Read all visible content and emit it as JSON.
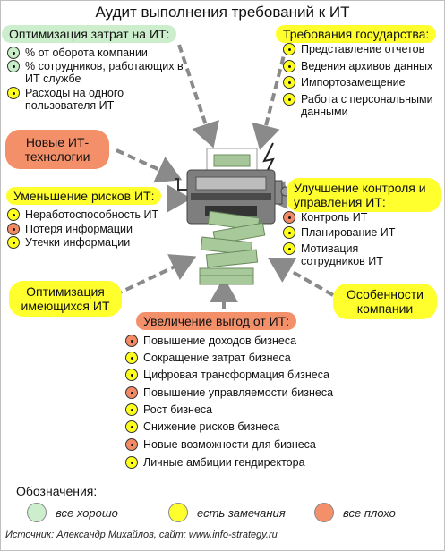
{
  "title": "Аудит выполнения требований к ИТ",
  "cost": {
    "heading": "Оптимизация затрат на ИТ:",
    "items": [
      {
        "text": "% от оборота компании",
        "status": "green"
      },
      {
        "text": "% сотрудников, работающих в ИТ службе",
        "status": "green"
      },
      {
        "text": "Расходы на одного пользователя ИТ",
        "status": "yellow"
      }
    ]
  },
  "state": {
    "heading": "Требования государства:",
    "items": [
      {
        "text": "Представление отчетов",
        "status": "yellow"
      },
      {
        "text": "Ведения архивов данных",
        "status": "yellow"
      },
      {
        "text": "Импортозамещение",
        "status": "yellow"
      },
      {
        "text": "Работа с персональными данными",
        "status": "yellow"
      }
    ]
  },
  "new_tech": {
    "heading": "Новые ИТ-технологии"
  },
  "risk": {
    "heading": "Уменьшение рисков ИТ:",
    "items": [
      {
        "text": "Неработоспособность ИТ",
        "status": "yellow"
      },
      {
        "text": "Потеря информации",
        "status": "orange"
      },
      {
        "text": "Утечки информации",
        "status": "yellow"
      }
    ]
  },
  "control": {
    "heading": "Улучшение контроля и управления ИТ:",
    "items": [
      {
        "text": "Контроль ИТ",
        "status": "orange"
      },
      {
        "text": "Планирование ИТ",
        "status": "yellow"
      },
      {
        "text": "Мотивация сотрудников ИТ",
        "status": "yellow"
      }
    ]
  },
  "existing": {
    "heading": "Оптимизация имеющихся ИТ"
  },
  "features": {
    "heading": "Особенности компании"
  },
  "benefit": {
    "heading": "Увеличение выгод от ИТ:",
    "items": [
      {
        "text": "Повышение доходов бизнеса",
        "status": "orange"
      },
      {
        "text": "Сокращение затрат бизнеса",
        "status": "yellow"
      },
      {
        "text": "Цифровая трансформация бизнеса",
        "status": "yellow"
      },
      {
        "text": "Повышение управляемости бизнеса",
        "status": "orange"
      },
      {
        "text": "Рост бизнеса",
        "status": "yellow"
      },
      {
        "text": "Снижение рисков бизнеса",
        "status": "yellow"
      },
      {
        "text": "Новые возможности для бизнеса",
        "status": "orange"
      },
      {
        "text": "Личные амбиции гендиректора",
        "status": "yellow"
      }
    ]
  },
  "legend": {
    "title": "Обозначения:",
    "good": "все хорошо",
    "remarks": "есть замечания",
    "bad": "все плохо"
  },
  "source": "Источник: Александр Михайлов, сайт: www.info-strategy.ru",
  "colors": {
    "green": "#cdeecd",
    "yellow": "#ffff2e",
    "orange": "#f3906a",
    "arrow": "#8a8a8a"
  }
}
